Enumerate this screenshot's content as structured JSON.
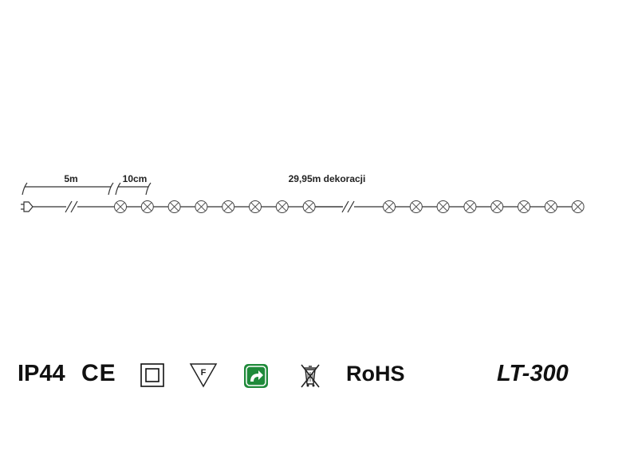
{
  "dimensions": {
    "cable_length": "5m",
    "bulb_spacing": "10cm",
    "decoration_length": "29,95m dekoracji"
  },
  "string": {
    "bulbs_before_break": 8,
    "bulbs_after_break": 8
  },
  "marks": {
    "ip_rating": "IP44",
    "ce_mark": "CE",
    "class_ii_icon": "double-square-class-ii-icon",
    "f_mark": "F",
    "f_mark_icon": "f-triangle-mark-icon",
    "green_arrow_icon": "green-indoor-outdoor-arrow-icon",
    "weee_icon": "crossed-out-wheelie-bin-icon",
    "rohs": "RoHS",
    "model": "LT-300"
  },
  "colors": {
    "green_badge": "#1f8a3a",
    "line": "#333333"
  }
}
